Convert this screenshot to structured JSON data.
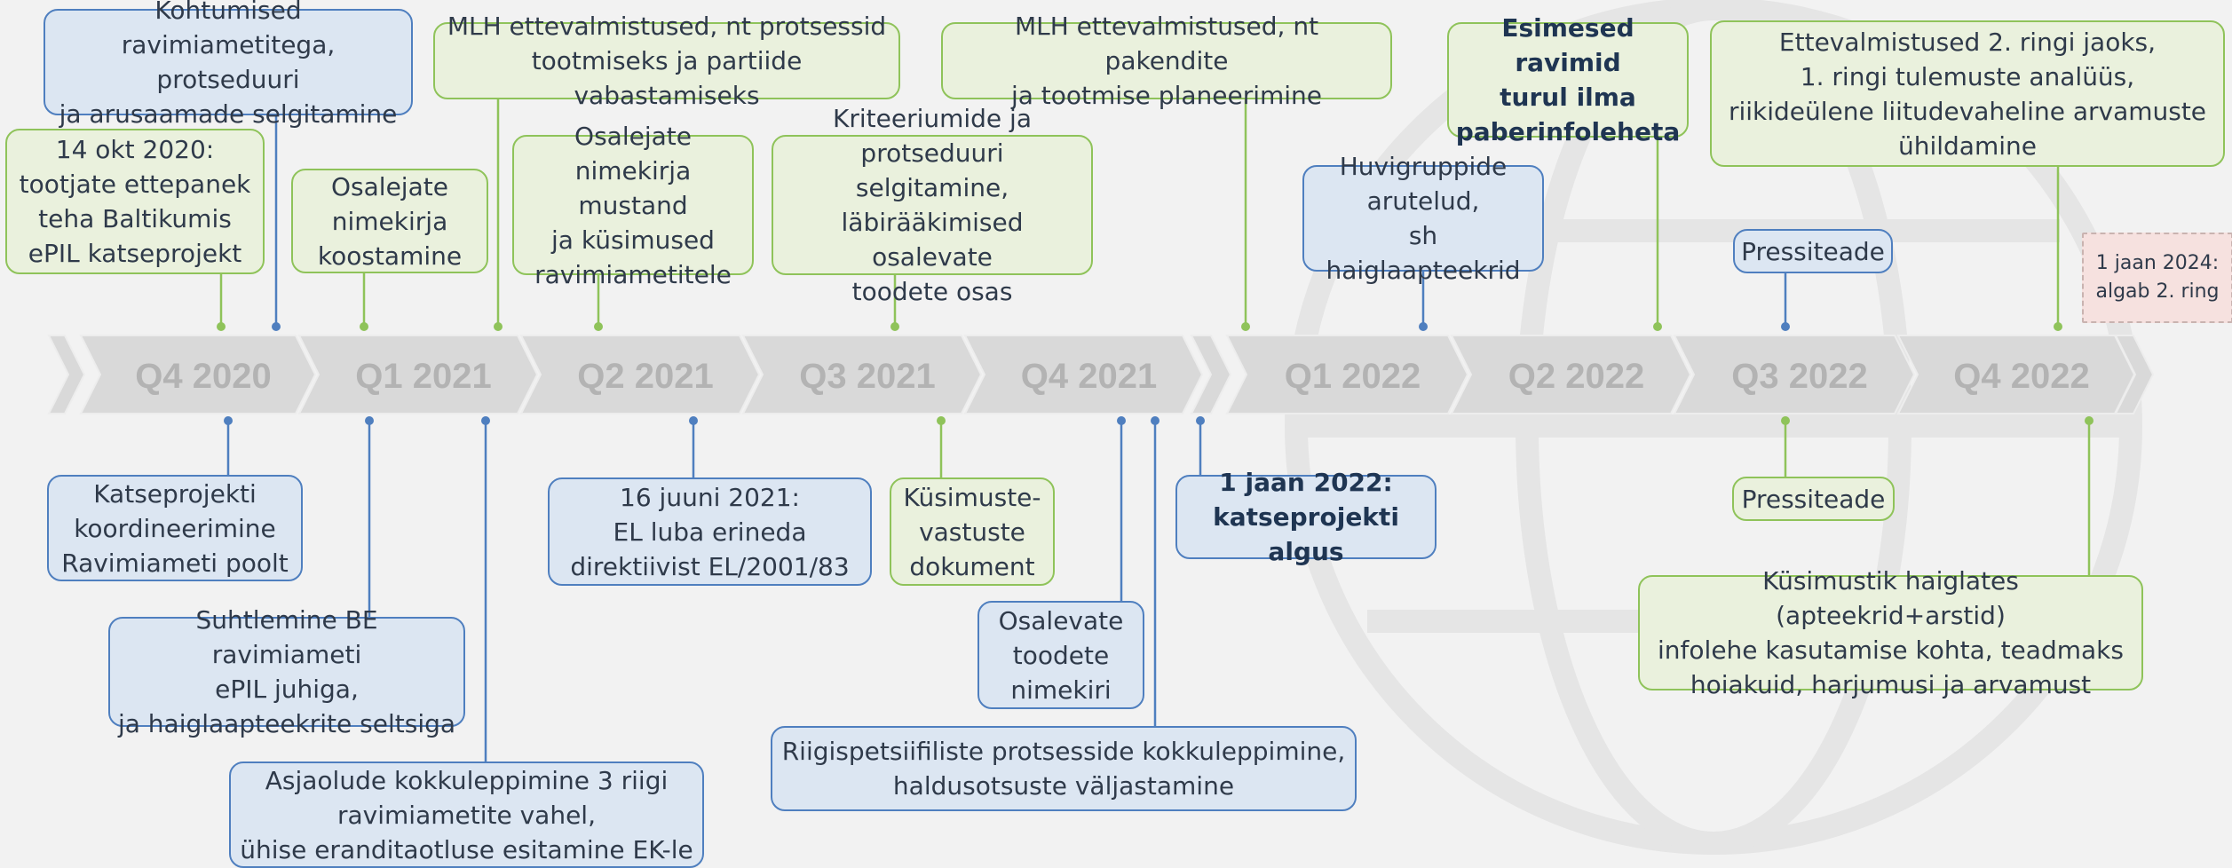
{
  "colors": {
    "background": "#f2f2f2",
    "chevron_fill": "#d9d9d9",
    "chevron_text": "#b3b3b3",
    "green_border": "#8fc35a",
    "green_fill": "#eaf1dd",
    "blue_border": "#4f7fbf",
    "blue_fill": "#dce6f2",
    "pink_fill": "#f6e1df",
    "text": "#2f3a4a"
  },
  "timeline": {
    "quarters": [
      "Q4 2020",
      "Q1 2021",
      "Q2 2021",
      "Q3 2021",
      "Q4 2021",
      "Q1 2022",
      "Q2 2022",
      "Q3 2022",
      "Q4 2022"
    ]
  },
  "events_above": [
    {
      "id": "kohtumised",
      "text": "Kohtumised\nravimiametitega, protseduuri\nja arusaamade selgitamine",
      "color": "blue"
    },
    {
      "id": "okt2020",
      "text": "14 okt 2020:\ntootjate ettepanek\nteha Baltikumis\nePIL katseprojekt",
      "color": "green"
    },
    {
      "id": "osalejate-nimekirja-koostamine",
      "text": "Osalejate\nnimekirja\nkoostamine",
      "color": "green"
    },
    {
      "id": "mlh-protsessid",
      "text": "MLH ettevalmistused, nt protsessid\ntootmiseks ja partiide vabastamiseks",
      "color": "green"
    },
    {
      "id": "nimekirja-mustand",
      "text": "Osalejate\nnimekirja mustand\nja küsimused\nravimiametitele",
      "color": "green"
    },
    {
      "id": "kriteeriumid",
      "text": "Kriteeriumide ja\nprotseduuri selgitamine,\nläbirääkimised osalevate\ntoodete osas",
      "color": "green"
    },
    {
      "id": "mlh-pakendid",
      "text": "MLH ettevalmistused, nt pakendite\nja tootmise planeerimine",
      "color": "green"
    },
    {
      "id": "huvigrupid",
      "text": "Huvigruppide\narutelud,\nsh haiglaapteekrid",
      "color": "blue"
    },
    {
      "id": "esimesed-ravimid",
      "text": "Esimesed ravimid\nturul ilma\npaberinfoleheta",
      "color": "green",
      "bold": true
    },
    {
      "id": "pressiteade-1",
      "text": "Pressiteade",
      "color": "blue"
    },
    {
      "id": "ring2",
      "text": "Ettevalmistused 2. ringi jaoks,\n1. ringi tulemuste analüüs,\nriikideülene liitudevaheline arvamuste\nühildamine",
      "color": "green"
    },
    {
      "id": "jaan2024",
      "text": "1 jaan 2024:\nalgab 2. ring",
      "color": "pink"
    }
  ],
  "events_below": [
    {
      "id": "katseprojekt-koord",
      "text": "Katseprojekti\nkoordineerimine\nRavimiameti poolt",
      "color": "blue"
    },
    {
      "id": "suhtlemine-be",
      "text": "Suhtlemine BE ravimiameti\nePIL juhiga,\nja haiglaapteekrite seltsiga",
      "color": "blue"
    },
    {
      "id": "asjaolud",
      "text": "Asjaolude kokkuleppimine 3 riigi\nravimiametite vahel,\nühise eranditaotluse esitamine EK-le",
      "color": "blue"
    },
    {
      "id": "juuni2021",
      "text": "16 juuni 2021:\nEL luba erineda\ndirektiivist EL/2001/83",
      "color": "blue"
    },
    {
      "id": "kysimuste-vastuste",
      "text": "Küsimuste-\nvastuste\ndokument",
      "color": "green"
    },
    {
      "id": "osalevate-toodete",
      "text": "Osalevate\ntoodete\nnimekiri",
      "color": "blue"
    },
    {
      "id": "riigispetsiifilised",
      "text": "Riigispetsiifiliste protsesside kokkuleppimine,\nhaldusotsuste väljastamine",
      "color": "blue"
    },
    {
      "id": "jaan2022",
      "text": "1 jaan 2022:\nkatseprojekti algus",
      "color": "blue",
      "bold": true
    },
    {
      "id": "pressiteade-2",
      "text": "Pressiteade",
      "color": "green"
    },
    {
      "id": "kysimustik",
      "text": "Küsimustik haiglates (apteekrid+arstid)\ninfolehe kasutamise kohta, teadmaks\nhoiakuid, harjumusi ja arvamust",
      "color": "green"
    }
  ]
}
